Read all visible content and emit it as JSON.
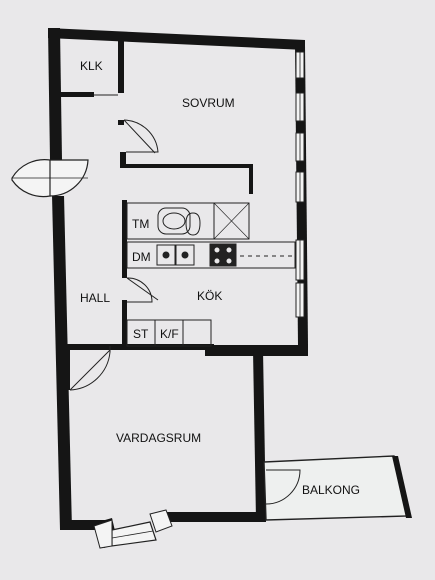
{
  "rooms": {
    "klk": "KLK",
    "sovrum": "SOVRUM",
    "tm": "TM",
    "dm": "DM",
    "hall": "HALL",
    "kok": "KÖK",
    "st": "ST",
    "kf": "K/F",
    "vardagsrum": "VARDAGSRUM",
    "balkong": "BALKONG"
  },
  "colors": {
    "background": "#e9e8ea",
    "wall": "#151515",
    "line": "#222222",
    "window_fill": "#f4f4f4"
  },
  "icons": [
    "door-swing-icon",
    "window-icon",
    "bathtub-icon",
    "toilet-icon",
    "shower-icon",
    "sink-icon",
    "stove-icon",
    "bay-window-icon"
  ]
}
